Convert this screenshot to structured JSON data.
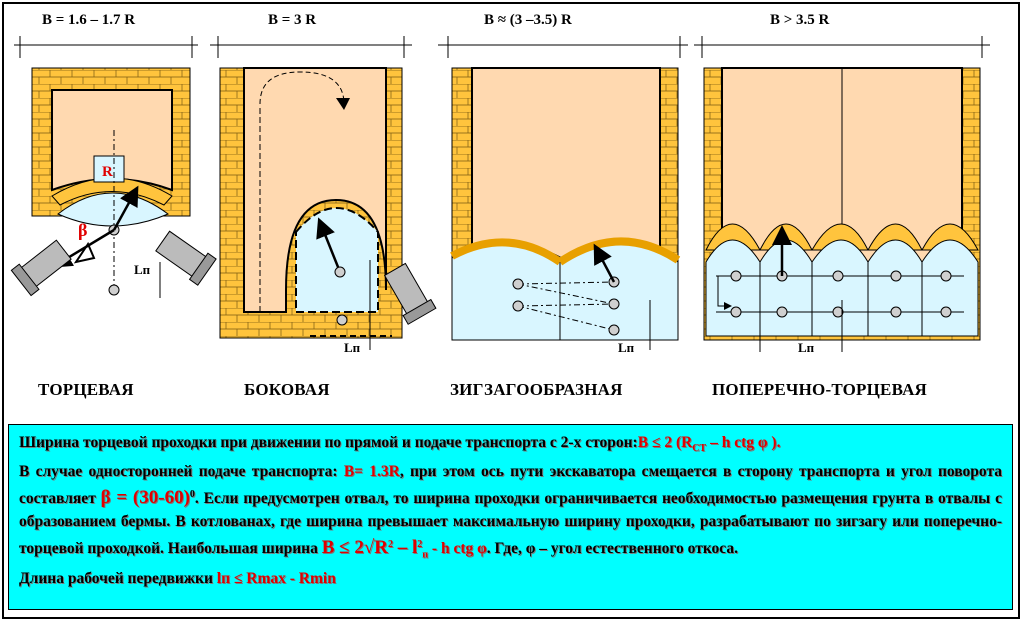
{
  "headers": [
    "B = 1.6 – 1.7 R",
    "B = 3 R",
    "B ≈ (3 –3.5) R",
    "B > 3.5 R"
  ],
  "captions": [
    "ТОРЦЕВАЯ",
    "БОКОВАЯ",
    "ЗИГЗАГООБРАЗНАЯ",
    "ПОПЕРЕЧНО-ТОРЦЕВАЯ"
  ],
  "labels": {
    "radius": "R",
    "angle": "β",
    "step": "Lп"
  },
  "text": {
    "l1a": "Ширина торцевой проходки при движении по прямой и подаче транспорта с 2-х сторон:",
    "l1b": "B ≤ 2 (R",
    "l1c": "CT",
    "l1d": " – h ctg φ ).",
    "l2a": "В случае односторонней  подаче транспорта: ",
    "l2b": "B= 1.3R",
    "l2c": ", при этом ось пути экскаватора смещается в сторону транспорта и угол поворота составляет ",
    "l2d": "β = (30-60)",
    "l2e": "0",
    "l2f": ". Если предусмотрен отвал, то ширина проходки ограничивается необходимостью размещения грунта в отвалы с образованием бермы. В котлованах, где ширина превышает максимальную ширину проходки, разрабатывают по зигзагу или поперечно-торцевой проходкой. Наибольшая ширина  ",
    "l2g": "B ≤ 2√R",
    "l2h": "2",
    "l2i": " – l",
    "l2j": "2",
    "l2k": "п",
    "l2l": "   - h ctg φ",
    "l2m": ". Где, φ – угол естественного откоса.",
    "l3a": "Длина рабочей передвижки  ",
    "l3b": "lп ≤ Rmax -  Rmin"
  },
  "colors": {
    "soil": "#ffd9b0",
    "berm": "#ffc43d",
    "reach": "#d9f6ff",
    "textbox": "#00ffff",
    "accent": "#e00000"
  }
}
